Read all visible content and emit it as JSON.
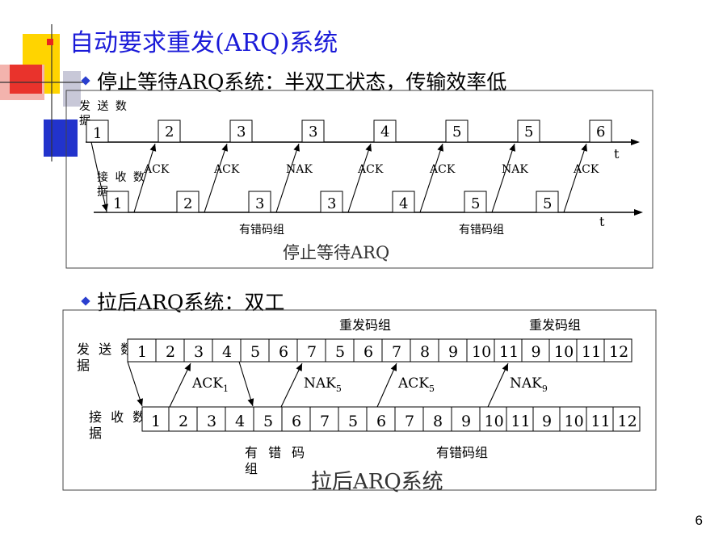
{
  "title": "自动要求重发(ARQ)系统",
  "bullet1": "停止等待ARQ系统：半双工状态，传输效率低",
  "bullet2": "拉后ARQ系统：双工",
  "diagram1": {
    "send_label": "发 送 数 据",
    "recv_label": "接 收 数 据",
    "send_blocks": [
      "1",
      "2",
      "3",
      "3",
      "4",
      "5",
      "5",
      "6"
    ],
    "recv_blocks": [
      "1",
      "2",
      "3",
      "3",
      "4",
      "5",
      "5"
    ],
    "responses": [
      "ACK",
      "ACK",
      "NAK",
      "ACK",
      "ACK",
      "NAK",
      "ACK"
    ],
    "time_label": "t",
    "error_label": "有错码组",
    "caption": "停止等待ARQ"
  },
  "diagram2": {
    "send_label": "发 送 数 据",
    "recv_label": "接 收 数 据",
    "send_blocks": [
      "1",
      "2",
      "3",
      "4",
      "5",
      "6",
      "7",
      "5",
      "6",
      "7",
      "8",
      "9",
      "10",
      "11",
      "9",
      "10",
      "11",
      "12"
    ],
    "recv_blocks": [
      "1",
      "2",
      "3",
      "4",
      "5",
      "6",
      "7",
      "5",
      "6",
      "7",
      "8",
      "9",
      "10",
      "11",
      "9",
      "10",
      "11",
      "12"
    ],
    "resend_label": "重发码组",
    "responses": [
      {
        "base": "ACK",
        "sub": "1"
      },
      {
        "base": "NAK",
        "sub": "5"
      },
      {
        "base": "ACK",
        "sub": "5"
      },
      {
        "base": "NAK",
        "sub": "9"
      }
    ],
    "error_label_spaced": "有 错 码 组",
    "error_label": "有错码组",
    "caption": "拉后ARQ系统"
  },
  "page_number": "6",
  "colors": {
    "title": "#1a1ad8",
    "deco_yellow": "#ffd400",
    "deco_red": "#e8251e",
    "deco_blue": "#2233cc"
  }
}
